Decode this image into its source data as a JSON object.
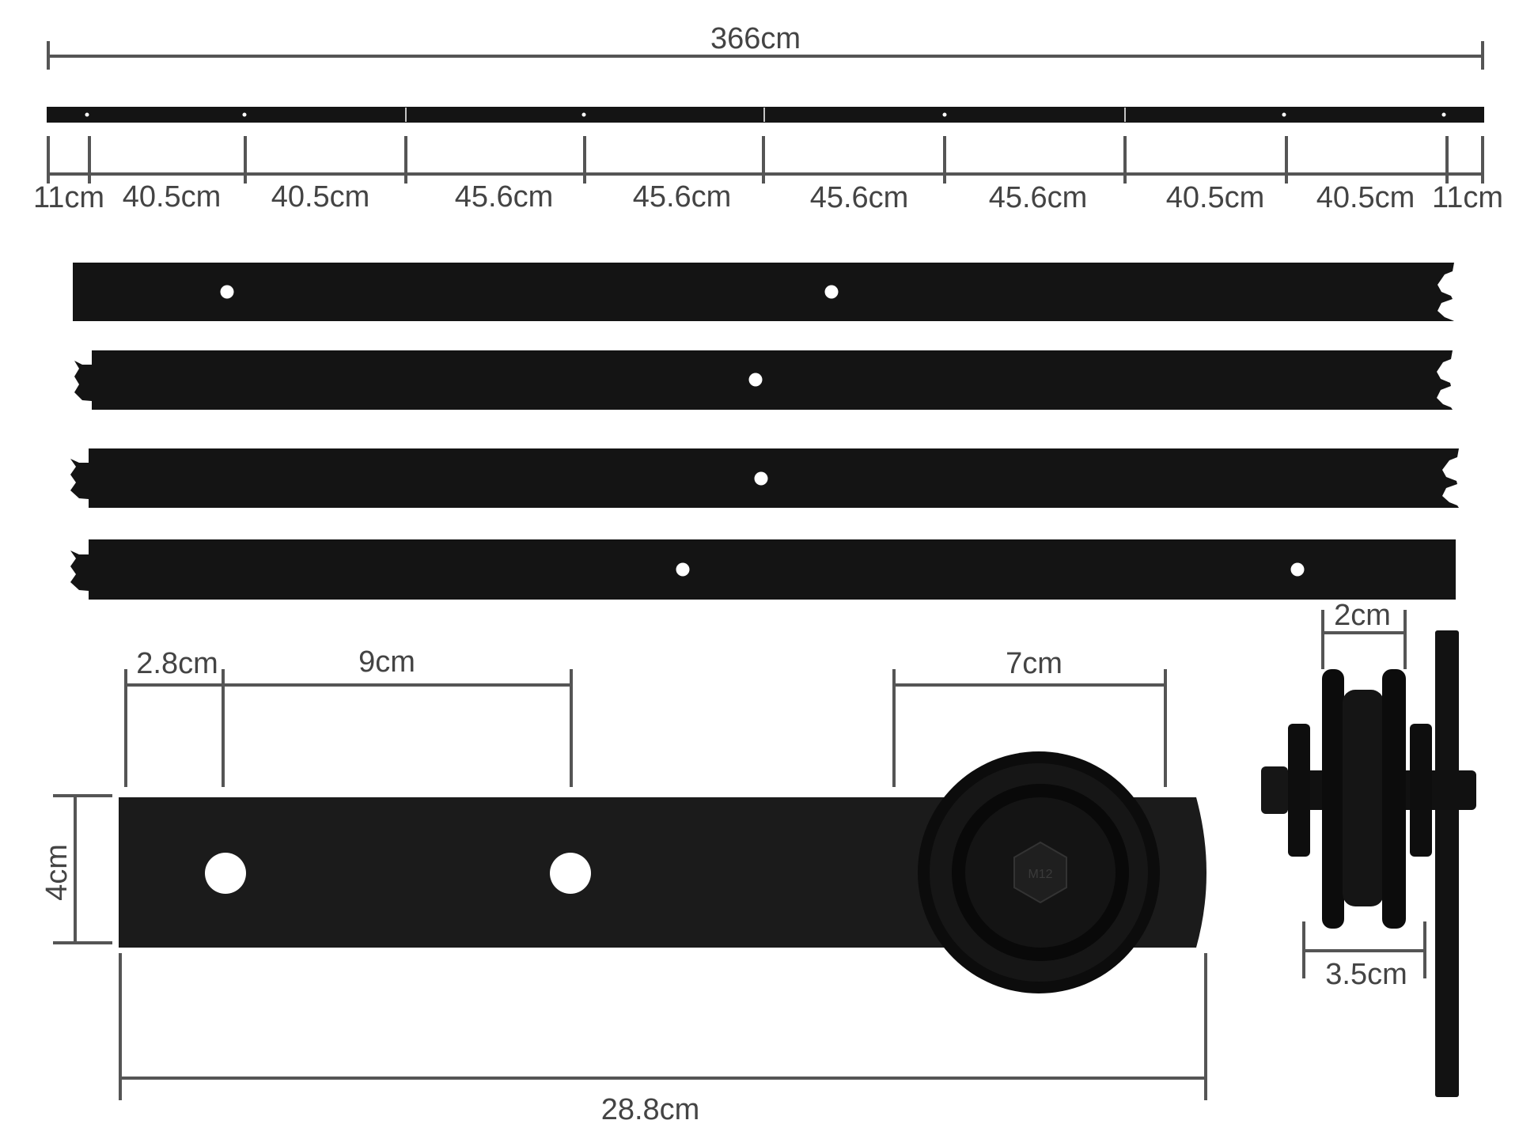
{
  "total_rail": {
    "length_label": "366cm",
    "segment_labels": [
      "11cm",
      "40.5cm",
      "40.5cm",
      "45.6cm",
      "45.6cm",
      "45.6cm",
      "45.6cm",
      "40.5cm",
      "40.5cm",
      "11cm"
    ]
  },
  "roller_hanger": {
    "hole_offset_label": "2.8cm",
    "hole_spacing_label": "9cm",
    "wheel_diameter_label": "7cm",
    "strap_height_label": "4cm",
    "strap_length_label": "28.8cm"
  },
  "wheel_side_view": {
    "groove_width_label": "2cm",
    "total_width_label": "3.5cm"
  },
  "wheel_bolt_marking": "M12",
  "colors": {
    "metal": "#141414",
    "dimension_line": "#555555",
    "dimension_text": "#444444",
    "background": "#ffffff"
  }
}
